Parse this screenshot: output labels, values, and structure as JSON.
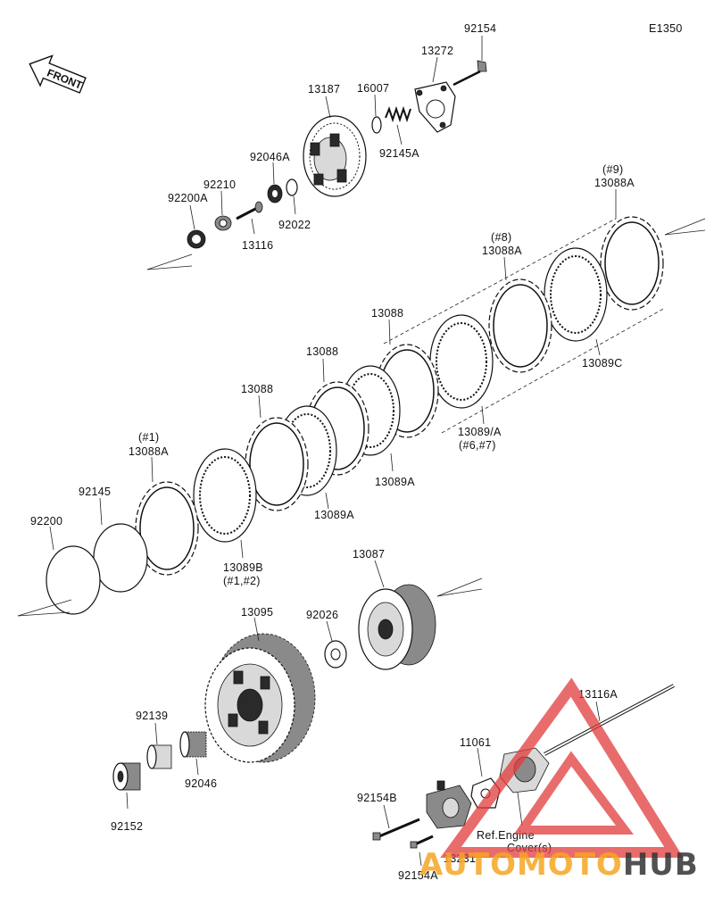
{
  "diagram_code": "E1350",
  "front_label": "FRONT",
  "labels": {
    "p92154": "92154",
    "p13272": "13272",
    "p13187": "13187",
    "p16007": "16007",
    "p92046A": "92046A",
    "p92145A": "92145A",
    "p92210": "92210",
    "p92200A": "92200A",
    "p92022": "92022",
    "p13116": "13116",
    "p9_mark": "(#9)",
    "p13088A_top": "13088A",
    "p8_mark": "(#8)",
    "p13088A_8": "13088A",
    "p13088_a": "13088",
    "p13089C": "13089C",
    "p13088_b": "13088",
    "p13089_A": "13089/A",
    "p6_7": "(#6,#7)",
    "p13088_c": "13088",
    "p13089A_a": "13089A",
    "p1_mark": "(#1)",
    "p13088A_1": "13088A",
    "p92145": "92145",
    "p13089A_b": "13089A",
    "p92200": "92200",
    "p13089B": "13089B",
    "p1_2": "(#1,#2)",
    "p13087": "13087",
    "p13095": "13095",
    "p92026": "92026",
    "p92139": "92139",
    "p92046": "92046",
    "p92152": "92152",
    "p13116A": "13116A",
    "p11061": "11061",
    "p92154B": "92154B",
    "ref_line1": "Ref.Engine",
    "ref_line2": "Cover(s)",
    "p13231": "13231",
    "p92154A": "92154A"
  },
  "watermark": {
    "brand_part1": "AUTOMOTO",
    "brand_part2": "HUB",
    "color_accent": "#f5a623",
    "color_dark": "#333333",
    "color_logo": "#e23b3b"
  }
}
